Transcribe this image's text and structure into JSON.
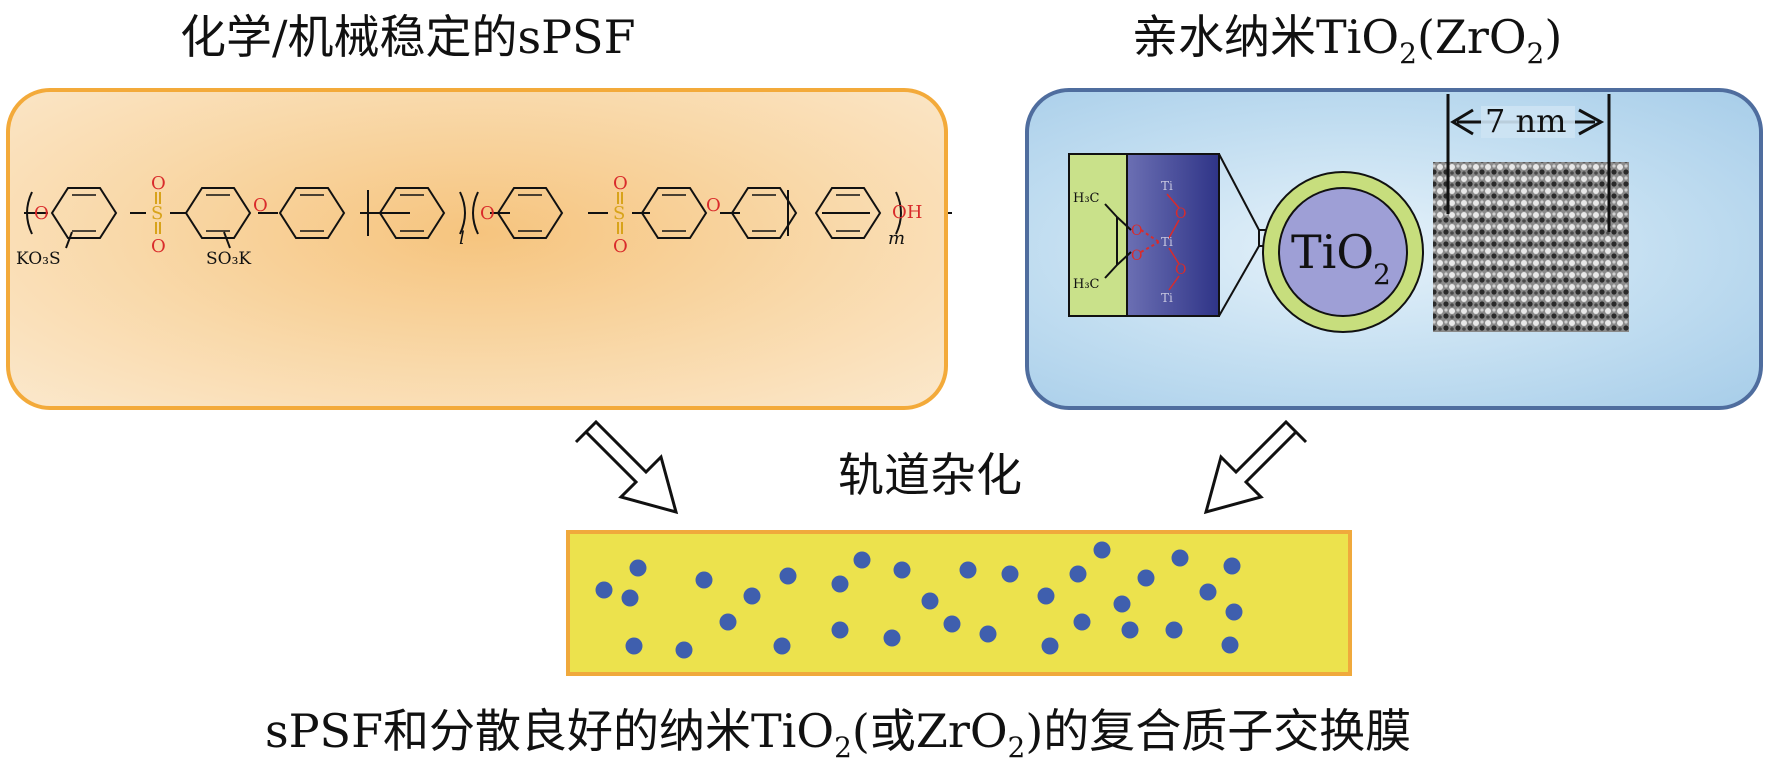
{
  "labels": {
    "left_title": "化学/机械稳定的sPSF",
    "right_title_prefix": "亲水纳米TiO",
    "right_title_sub1": "2",
    "right_title_mid": "(ZrO",
    "right_title_sub2": "2",
    "right_title_end": ")",
    "hybrid": "轨道杂化",
    "caption_prefix": "sPSF和分散良好的纳米TiO",
    "caption_sub1": "2",
    "caption_mid": "(或ZrO",
    "caption_sub2": "2",
    "caption_end": ")的复合质子交换膜"
  },
  "structure": {
    "o_atom": "O",
    "s_atom": "S",
    "kso3_left": "KO₃S",
    "so3k_right": "SO₃K",
    "sub_l": "l",
    "sub_m": "m",
    "oh_end": "OH"
  },
  "nanoparticle": {
    "core_label": "TiO",
    "core_sub": "2",
    "scale_label": "7 nm",
    "ti": "Ti",
    "o": "O",
    "h3c": "H₃C"
  },
  "colors": {
    "spsf_panel_border": "#f3aa3a",
    "tio2_panel_border": "#4f6d9e",
    "membrane_fill": "#ece24d",
    "particle": "#3f5fae",
    "oxygen": "#d92b2b",
    "sulfur": "#d8a31a"
  }
}
